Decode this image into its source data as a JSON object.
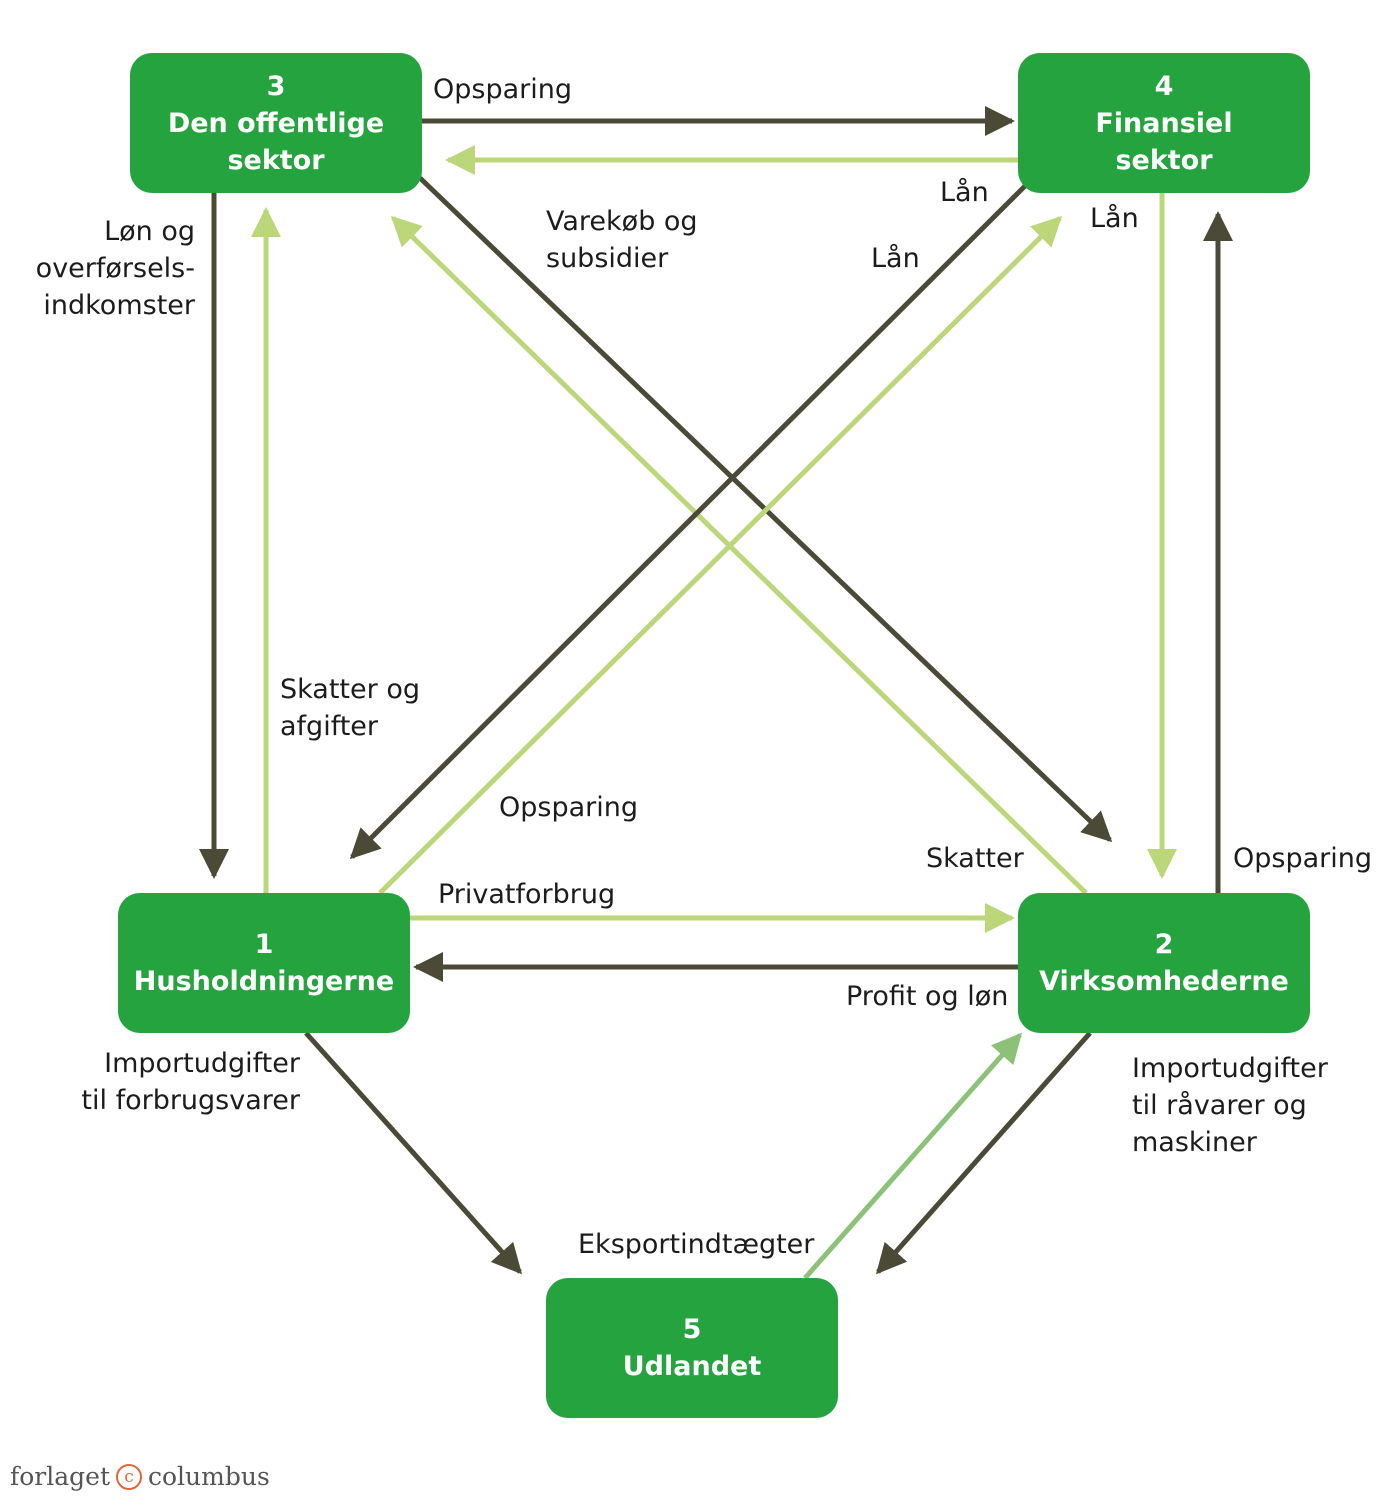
{
  "colors": {
    "box": "#24a33f",
    "dark_arrow": "#4a4a37",
    "light_arrow": "#bcd67a",
    "mid_arrow": "#8dc178"
  },
  "nodes": {
    "n3": {
      "number": "3",
      "line1": "Den offentlige",
      "line2": "sektor"
    },
    "n4": {
      "number": "4",
      "line1": "Finansiel",
      "line2": "sektor"
    },
    "n1": {
      "number": "1",
      "line1": "Husholdningerne"
    },
    "n2": {
      "number": "2",
      "line1": "Virksomhederne"
    },
    "n5": {
      "number": "5",
      "line1": "Udlandet"
    }
  },
  "labels": {
    "opsparing_top": "Opsparing",
    "laan_left": "Lån",
    "laan_right": "Lån",
    "laan_mid": "Lån",
    "varekoeb": [
      "Varekøb og",
      "subsidier"
    ],
    "loen": [
      "Løn og",
      "overførsels-",
      "indkomster"
    ],
    "skatter_afgifter": [
      "Skatter og",
      "afgifter"
    ],
    "opsparing_mid": "Opsparing",
    "skatter": "Skatter",
    "opsparing_right": "Opsparing",
    "privatforbrug": "Privatforbrug",
    "profit": "Profit og løn",
    "import_forbrug": [
      "Importudgifter",
      "til forbrugsvarer"
    ],
    "import_raavarer": [
      "Importudgifter",
      "til råvarer og",
      "maskiner"
    ],
    "eksport": "Eksportindtægter"
  },
  "logo": {
    "left": "forlaget",
    "symbol": "c",
    "right": "columbus"
  }
}
